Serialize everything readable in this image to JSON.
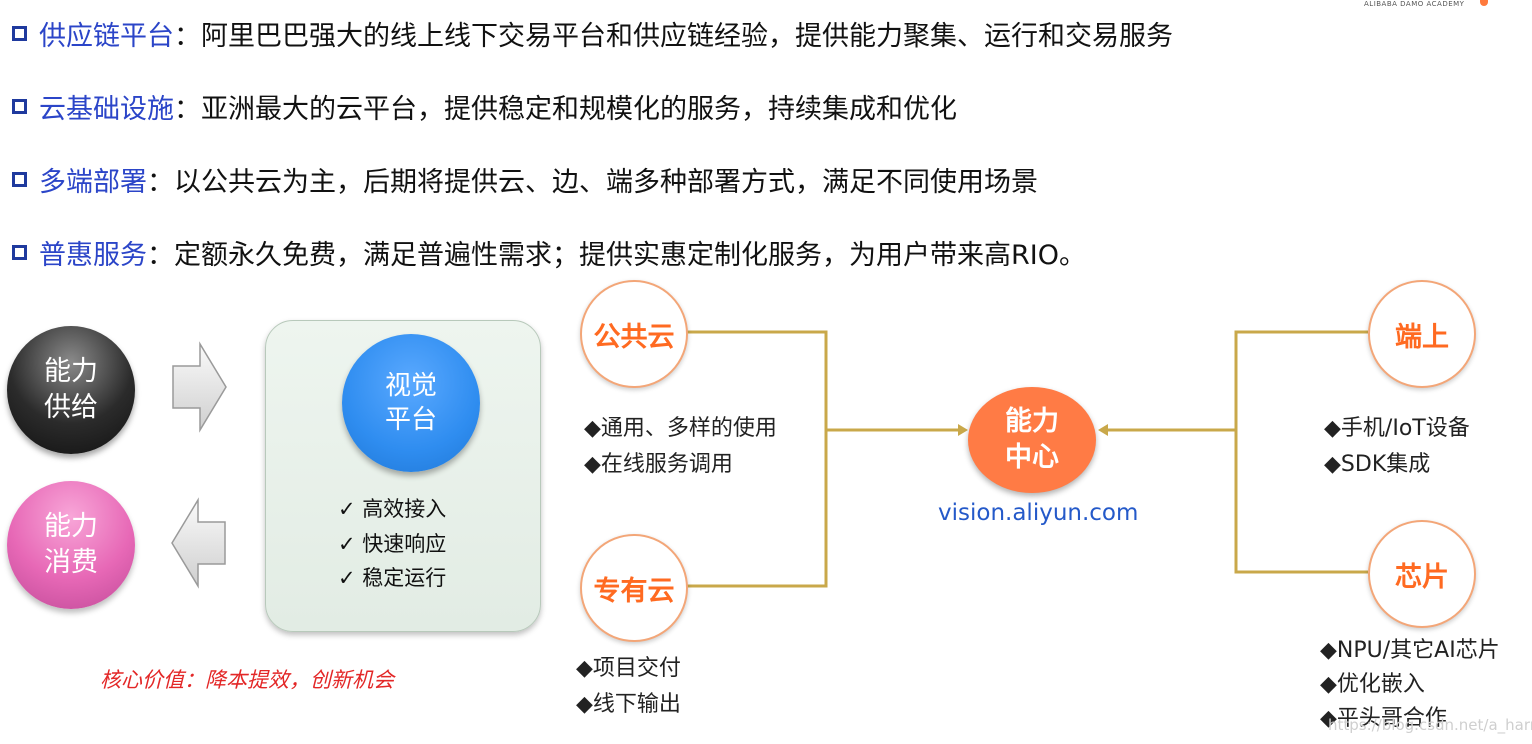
{
  "header": {
    "brand_text": "ALIBABA DAMO ACADEMY",
    "bullets": [
      {
        "keyword": "供应链平台",
        "text": "：阿里巴巴强大的线上线下交易平台和供应链经验，提供能力聚集、运行和交易服务"
      },
      {
        "keyword": "云基础设施",
        "text": "：亚洲最大的云平台，提供稳定和规模化的服务，持续集成和优化"
      },
      {
        "keyword": "多端部署",
        "text": "：以公共云为主，后期将提供云、边、端多种部署方式，满足不同使用场景"
      },
      {
        "keyword": "普惠服务",
        "text": "：定额永久免费，满足普遍性需求；提供实惠定制化服务，为用户带来高RIO。"
      }
    ]
  },
  "left": {
    "supply_line1": "能力",
    "supply_line2": "供给",
    "consume_line1": "能力",
    "consume_line2": "消费",
    "platform_line1": "视觉",
    "platform_line2": "平台",
    "checks": [
      "✓  高效接入",
      "✓  快速响应",
      "✓  稳定运行"
    ],
    "core_value": "核心价值：降本提效，创新机会"
  },
  "network": {
    "center_line1": "能力",
    "center_line2": "中心",
    "url": "vision.aliyun.com",
    "public_cloud": {
      "label": "公共云",
      "items": [
        "◆通用、多样的使用",
        "◆在线服务调用"
      ]
    },
    "private_cloud": {
      "label": "专有云",
      "items": [
        "◆项目交付",
        "◆线下输出"
      ]
    },
    "device": {
      "label": "端上",
      "items": [
        "◆手机/IoT设备",
        "◆SDK集成"
      ]
    },
    "chip": {
      "label": "芯片",
      "items": [
        "◆NPU/其它AI芯片",
        "◆优化嵌入",
        "◆平头哥合作"
      ]
    }
  },
  "watermark": "https://blog.csdn.net/a_harry",
  "colors": {
    "keyword_blue": "#2b45c8",
    "orange": "#ff6a21",
    "connector": "#c9a84a",
    "core_red": "#e32727"
  }
}
